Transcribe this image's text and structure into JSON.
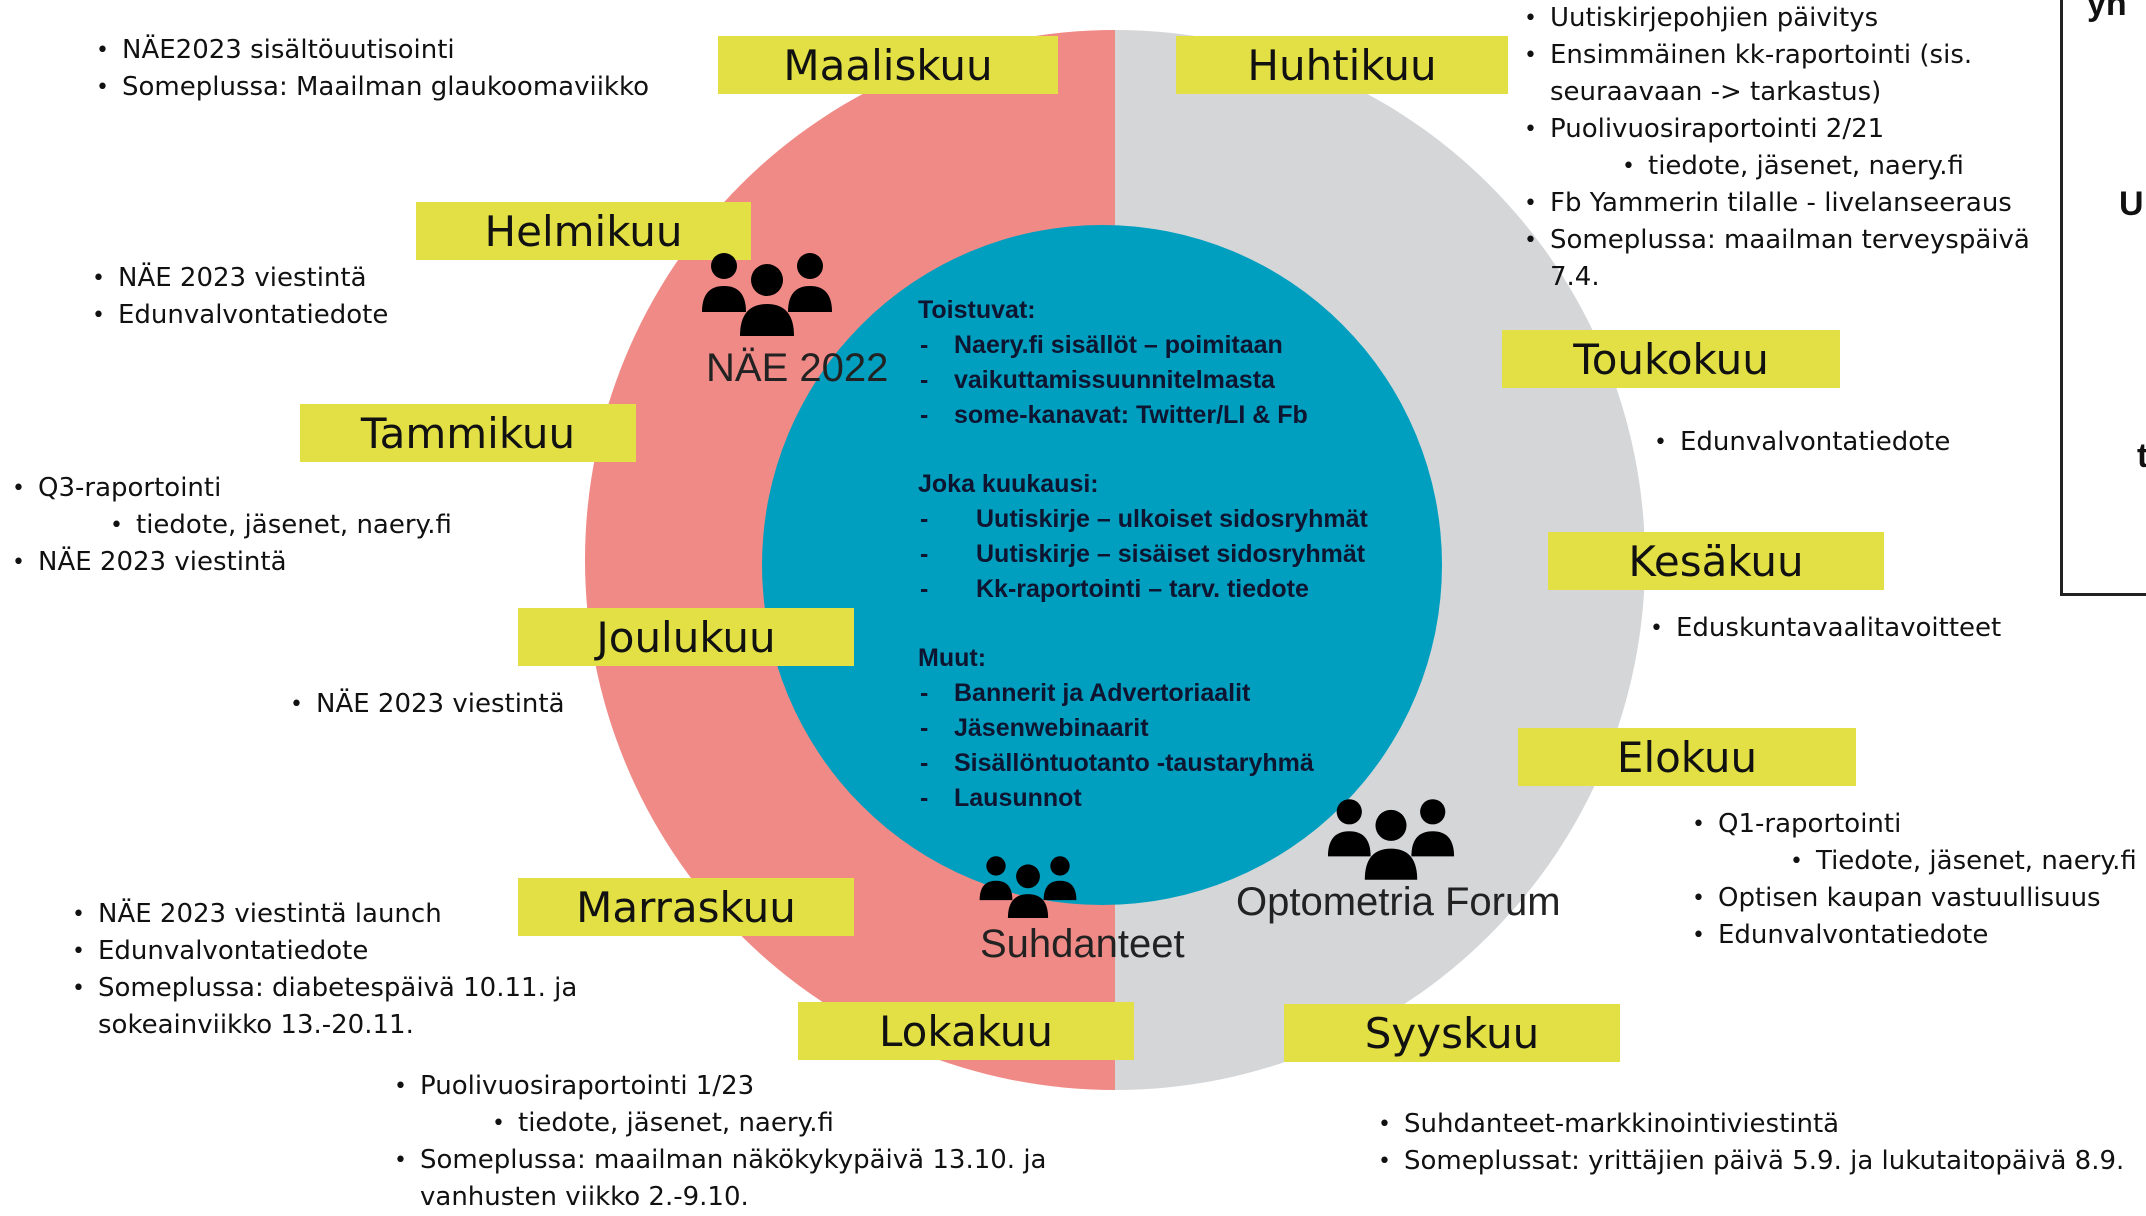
{
  "months": {
    "maaliskuu": "Maaliskuu",
    "huhtikuu": "Huhtikuu",
    "helmikuu": "Helmikuu",
    "tammikuu": "Tammikuu",
    "joulukuu": "Joulukuu",
    "marraskuu": "Marraskuu",
    "lokakuu": "Lokakuu",
    "toukokuu": "Toukokuu",
    "kesakuu": "Kesäkuu",
    "elokuu": "Elokuu",
    "syyskuu": "Syyskuu"
  },
  "center": {
    "recurring_heading": "Toistuvat:",
    "recurring": [
      "Naery.fi sisällöt – poimitaan",
      "vaikuttamissuunnitelmasta",
      "some-kanavat: Twitter/LI & Fb"
    ],
    "monthly_heading": "Joka kuukausi:",
    "monthly": [
      "Uutiskirje – ulkoiset sidosryhmät",
      "Uutiskirje – sisäiset sidosryhmät",
      "Kk-raportointi – tarv. tiedote"
    ],
    "other_heading": "Muut:",
    "other": [
      "Bannerit ja Advertoriaalit",
      "Jäsenwebinaarit",
      "Sisällöntuotanto -taustaryhmä",
      "Lausunnot"
    ]
  },
  "groups": {
    "nae2022": "NÄE 2022",
    "optometria": "Optometria Forum",
    "suhdanteet": "Suhdanteet"
  },
  "notes": {
    "maaliskuu": [
      "NÄE2023 sisältöuutisointi",
      "Someplussa: Maailman glaukoomaviikko"
    ],
    "huhtikuu": [
      "Uutiskirjepohjien päivitys",
      "Ensimmäinen kk-raportointi (sis.",
      "seuraavaan -> tarkastus)",
      "Puolivuosiraportointi 2/21",
      "tiedote, jäsenet, naery.fi",
      "Fb Yammerin tilalle - livelanseeraus",
      "Someplussa: maailman terveyspäivä",
      "7.4."
    ],
    "helmikuu": [
      "NÄE 2023 viestintä",
      "Edunvalvontatiedote"
    ],
    "tammikuu": [
      "Q3-raportointi",
      "tiedote, jäsenet, naery.fi",
      "NÄE 2023 viestintä"
    ],
    "joulukuu": [
      "NÄE 2023 viestintä"
    ],
    "marraskuu": [
      "NÄE 2023 viestintä launch",
      "Edunvalvontatiedote",
      "Someplussa: diabetespäivä 10.11. ja",
      "sokeainviikko 13.-20.11."
    ],
    "lokakuu": [
      "Puolivuosiraportointi 1/23",
      "tiedote, jäsenet, naery.fi",
      "Someplussa: maailman näkökykypäivä 13.10. ja",
      "vanhusten viikko 2.-9.10."
    ],
    "toukokuu": [
      "Edunvalvontatiedote"
    ],
    "kesakuu": [
      "Eduskuntavaalitavoitteet"
    ],
    "elokuu": [
      "Q1-raportointi",
      "Tiedote, jäsenet, naery.fi",
      "Optisen kaupan vastuullisuus",
      "Edunvalvontatiedote"
    ],
    "syyskuu": [
      "Suhdanteet-markkinointiviestintä",
      "Someplussat: yrittäjien päivä 5.9. ja lukutaitopäivä 8.9."
    ]
  },
  "side_panel": {
    "fragments": [
      "yh",
      "U",
      "t"
    ]
  },
  "colors": {
    "left_ring": "#f08a86",
    "right_ring": "#d4d6d8",
    "center_disc": "#009fbf",
    "month_label_bg": "#e2e045"
  }
}
